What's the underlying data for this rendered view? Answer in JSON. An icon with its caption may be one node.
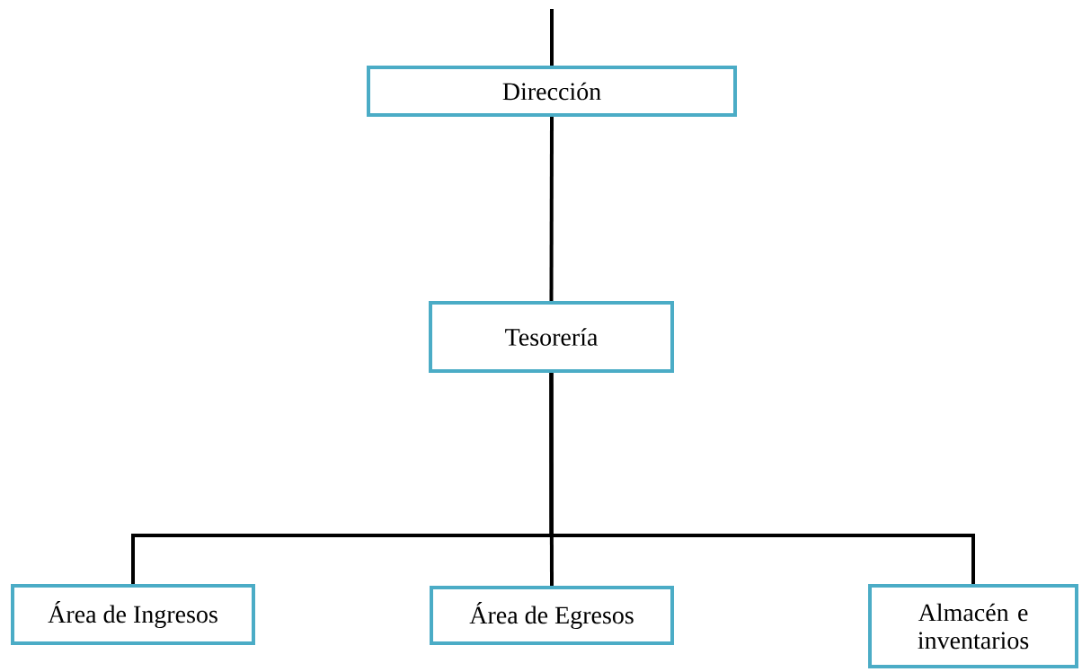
{
  "diagram": {
    "nodes": [
      {
        "text": [
          "Dirección"
        ]
      },
      {
        "text": [
          "Tesorería"
        ]
      },
      {
        "text": [
          "Área de Ingresos"
        ]
      },
      {
        "text": [
          "Área de Egresos"
        ]
      },
      {
        "text": [
          "Almacén e inventarios"
        ]
      }
    ],
    "edges": [
      {
        "from": null,
        "to": 0,
        "arrow": "none"
      },
      {
        "from": 0,
        "to": 1,
        "arrow": "none"
      },
      {
        "from": 1,
        "to": 2,
        "arrow": "none"
      },
      {
        "from": 1,
        "to": 3,
        "arrow": "none"
      },
      {
        "from": 1,
        "to": 4,
        "arrow": "none"
      }
    ]
  }
}
